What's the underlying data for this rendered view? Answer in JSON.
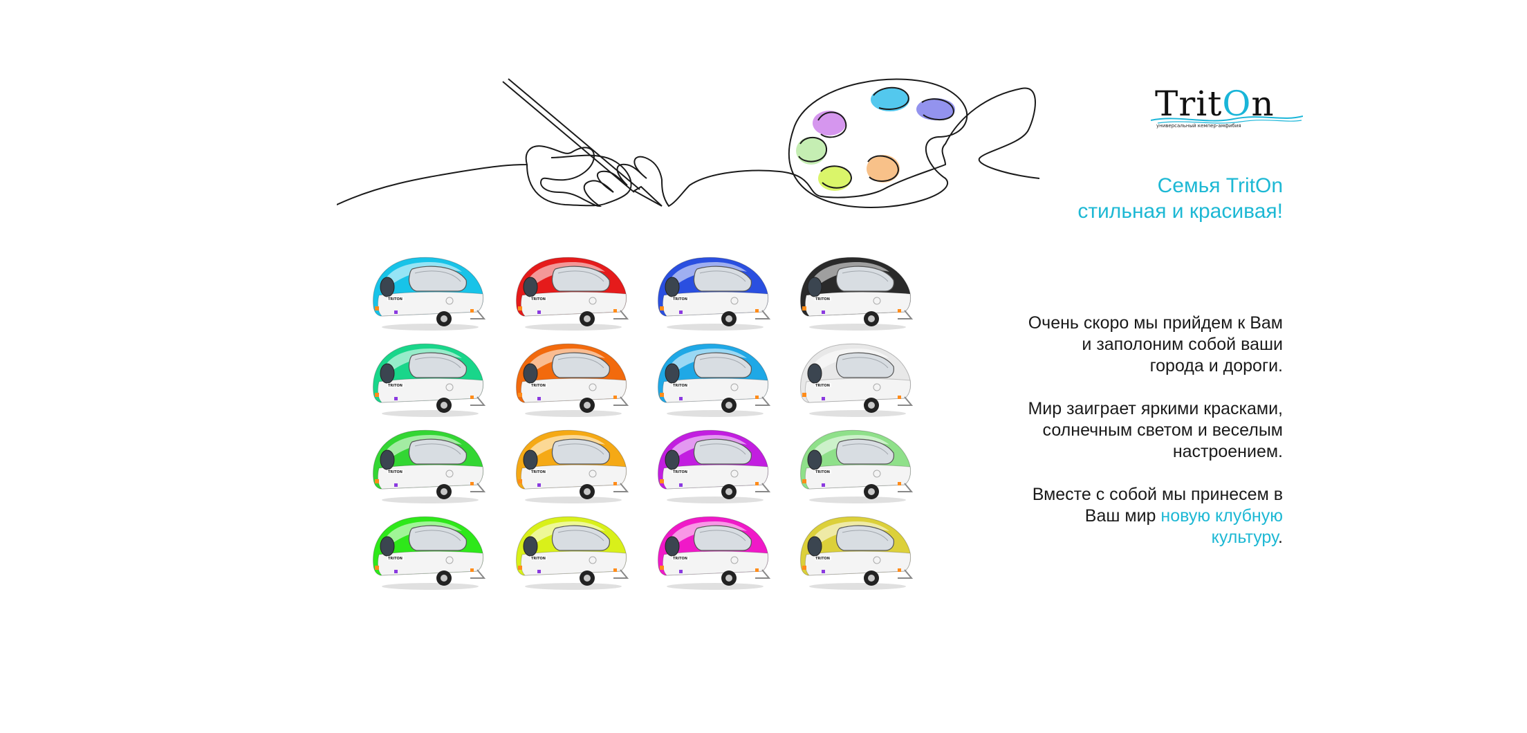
{
  "logo": {
    "word_start": "Trit",
    "word_o": "O",
    "word_end": "n",
    "tagline": "универсальный кемпер-амфибия"
  },
  "headline": {
    "line1": "Семья TritOn",
    "line2": "стильная и красивая!"
  },
  "paragraphs": {
    "p1": [
      "Очень скоро мы прийдем к Вам",
      "и заполоним собой ваши",
      "города и дороги."
    ],
    "p2": [
      "Мир заиграет яркими красками,",
      "солнечным светом и веселым",
      "настроением."
    ],
    "p3_line1": "Вместе с собой мы принесем в",
    "p3_line2_prefix": "Ваш мир ",
    "p3_line2_accent": "новую клубную",
    "p3_line3_accent": "культуру",
    "p3_line3_suffix": "."
  },
  "colors": {
    "accent": "#1db8d4",
    "text": "#1a1a1a"
  },
  "caravans": [
    {
      "name": "caravan-cyan",
      "color": "#18c3e8"
    },
    {
      "name": "caravan-red",
      "color": "#e51b1b"
    },
    {
      "name": "caravan-blue",
      "color": "#2a4fe0"
    },
    {
      "name": "caravan-black",
      "color": "#2a2a2a"
    },
    {
      "name": "caravan-teal-green",
      "color": "#19d68a"
    },
    {
      "name": "caravan-orange",
      "color": "#f26a0d"
    },
    {
      "name": "caravan-sky-blue",
      "color": "#1fa8e6"
    },
    {
      "name": "caravan-white",
      "color": "#e8e8e8"
    },
    {
      "name": "caravan-green",
      "color": "#33d633"
    },
    {
      "name": "caravan-amber",
      "color": "#f5a915"
    },
    {
      "name": "caravan-purple",
      "color": "#c21ee0"
    },
    {
      "name": "caravan-light-green",
      "color": "#8fe08a"
    },
    {
      "name": "caravan-lime-green",
      "color": "#2ee81a"
    },
    {
      "name": "caravan-yellow-lime",
      "color": "#d9f01a"
    },
    {
      "name": "caravan-magenta",
      "color": "#f019c8"
    },
    {
      "name": "caravan-gold",
      "color": "#dcd03a"
    }
  ],
  "caravan_badge": "TRITON",
  "palette_blobs": [
    "#b23fe0",
    "#19b5e8",
    "#3a3ae0",
    "#7ed957",
    "#c6f01a",
    "#f5a04a"
  ]
}
